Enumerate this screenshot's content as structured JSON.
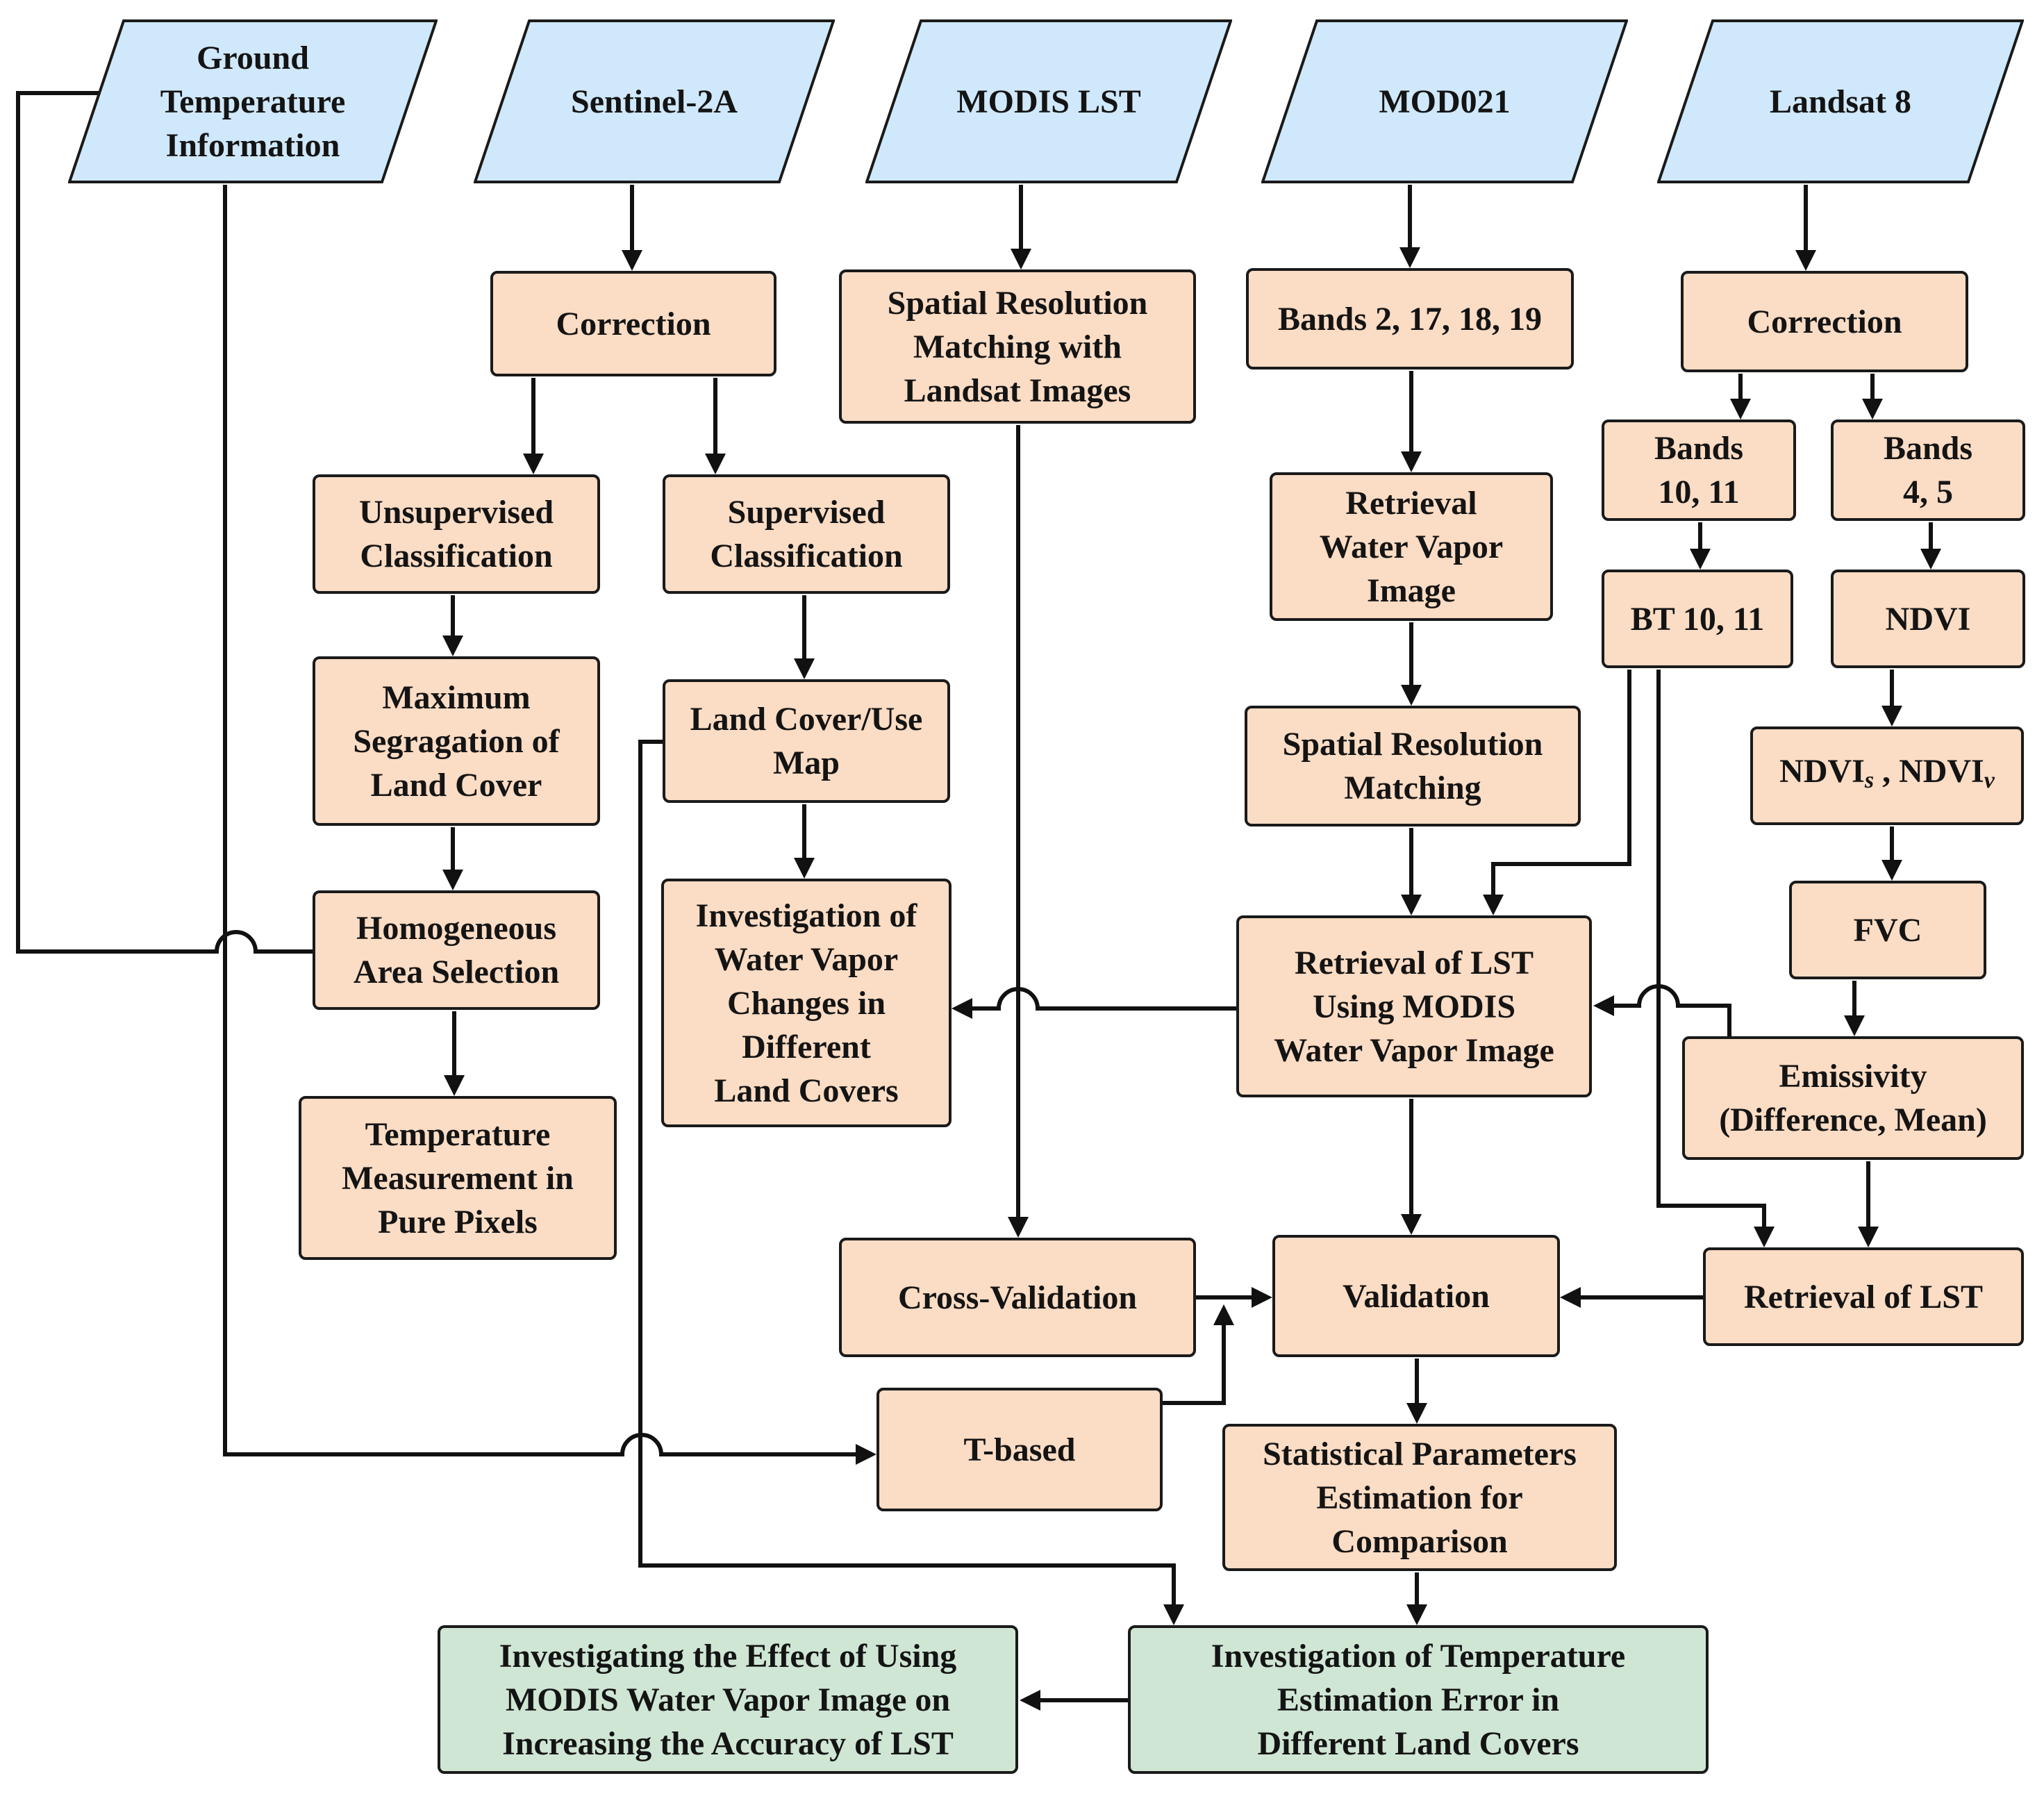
{
  "colors": {
    "input_fill": "#cfe8fb",
    "process_fill": "#fbdcc4",
    "output_fill": "#cfe6d5",
    "line": "#111111"
  },
  "inputs": {
    "ground": "Ground\nTemperature\nInformation",
    "sentinel": "Sentinel-2A",
    "modis_lst": "MODIS  LST",
    "mod021": "MOD021",
    "landsat": "Landsat 8"
  },
  "sentinel_branch": {
    "correction": "Correction",
    "unsupervised": "Unsupervised\nClassification",
    "supervised": "Supervised\nClassification",
    "max_segregation": "Maximum\nSegragation of\nLand Cover",
    "homogeneous": "Homogeneous\nArea Selection",
    "temperature_pure": "Temperature\nMeasurement in\nPure Pixels",
    "land_cover_map": "Land Cover/Use\nMap",
    "investigation_wv": "Investigation of\nWater Vapor\nChanges in\nDifferent\nLand Covers"
  },
  "modis_branch": {
    "spatial_matching_landsat": "Spatial Resolution\nMatching with\nLandsat Images",
    "cross_validation": "Cross-Validation",
    "t_based": "T-based"
  },
  "mod021_branch": {
    "bands": "Bands 2, 17, 18, 19",
    "retrieval_wv": "Retrieval\nWater Vapor\nImage",
    "spatial_matching": "Spatial Resolution\nMatching",
    "retrieval_lst_modis": "Retrieval of LST\nUsing MODIS\nWater Vapor Image",
    "validation": "Validation",
    "statistical": "Statistical Parameters\nEstimation for\nComparison"
  },
  "landsat_branch": {
    "correction": "Correction",
    "bands_10_11": "Bands\n10, 11",
    "bands_4_5": "Bands\n4, 5",
    "bt": "BT 10, 11",
    "ndvi": "NDVI",
    "ndvi_sv_main": "NDVI",
    "ndvi_sv_sub_s": "s",
    "ndvi_sv_sep": " , NDVI",
    "ndvi_sv_sub_v": "v",
    "fvc": "FVC",
    "emissivity": "Emissivity\n(Difference, Mean)",
    "retrieval_lst": "Retrieval of LST"
  },
  "outputs": {
    "temp_error": "Investigation of Temperature\nEstimation Error in\nDifferent Land Covers",
    "effect": "Investigating the Effect of Using\nMODIS Water Vapor Image on\nIncreasing the Accuracy of LST"
  }
}
